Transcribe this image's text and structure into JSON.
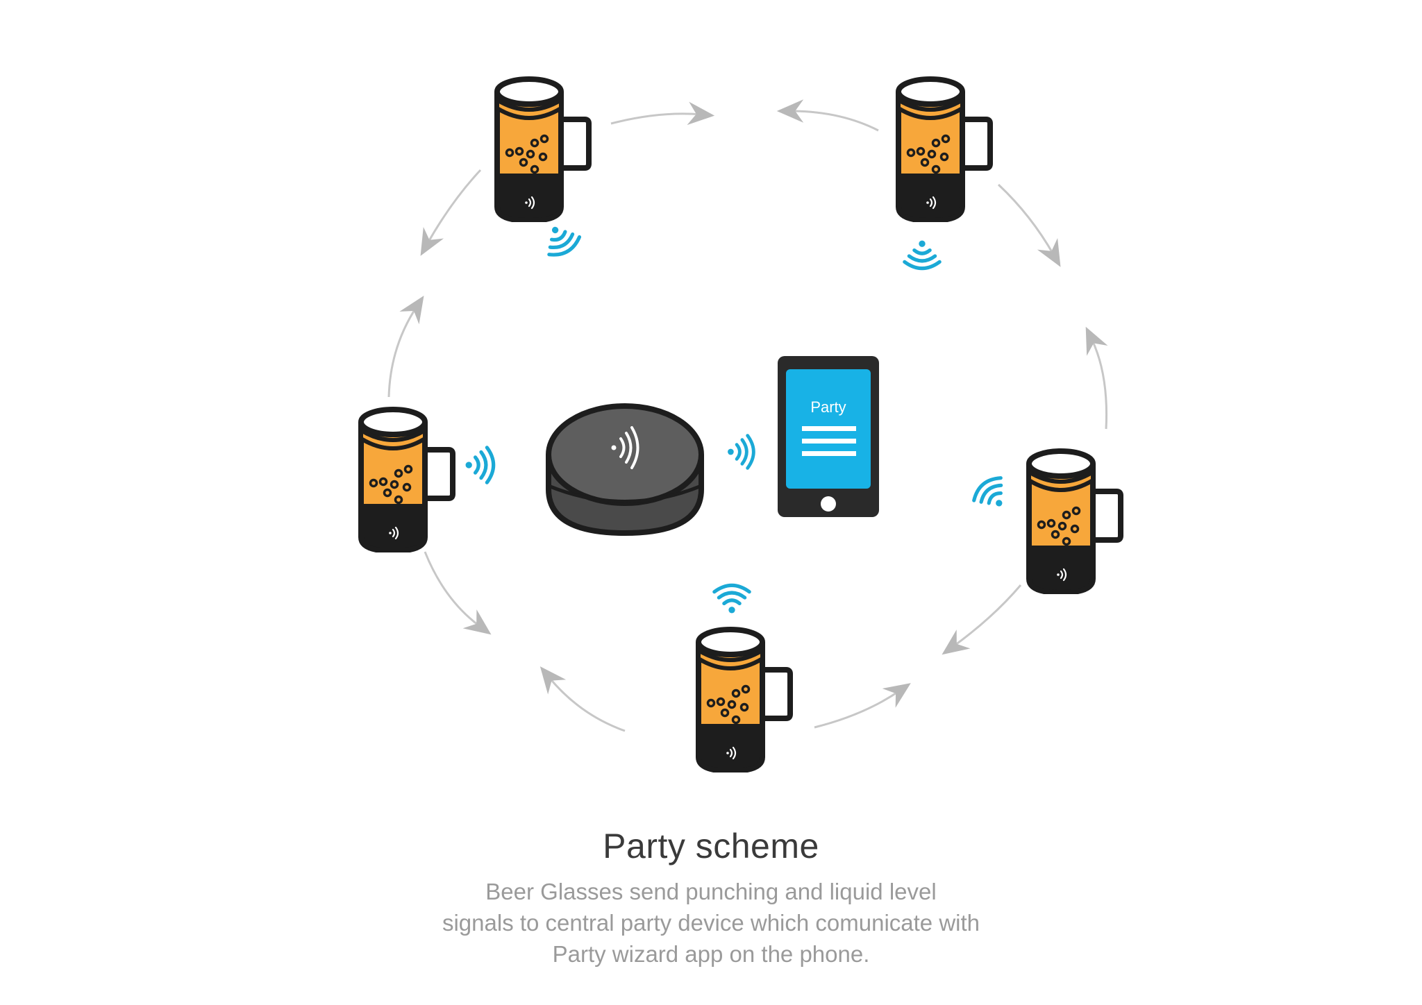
{
  "caption": {
    "title": "Party scheme",
    "lines": [
      "Beer Glasses send punching and liquid level",
      "signals to central party device which comunicate with",
      "Party wizard app on the phone."
    ]
  },
  "phone": {
    "screen_title": "Party"
  },
  "colors": {
    "beer": "#F7A73B",
    "outline": "#1d1d1d",
    "signal": "#1BA9D6",
    "hub_top": "#5e5e5e",
    "hub_side": "#4a4a4a",
    "phone_body": "#2a2a2a",
    "phone_screen": "#18B2E6",
    "arrow": "#c7c7c7"
  },
  "icons": {
    "mug": "beer-mug-icon",
    "signal": "wireless-signal-icon",
    "hub": "party-hub-device-icon",
    "phone": "smartphone-icon"
  },
  "nodes": [
    {
      "id": "mug-top-left",
      "kind": "mug"
    },
    {
      "id": "mug-top-right",
      "kind": "mug"
    },
    {
      "id": "mug-left",
      "kind": "mug"
    },
    {
      "id": "mug-right",
      "kind": "mug"
    },
    {
      "id": "mug-bottom",
      "kind": "mug"
    },
    {
      "id": "hub",
      "kind": "hub"
    },
    {
      "id": "phone",
      "kind": "phone"
    }
  ]
}
